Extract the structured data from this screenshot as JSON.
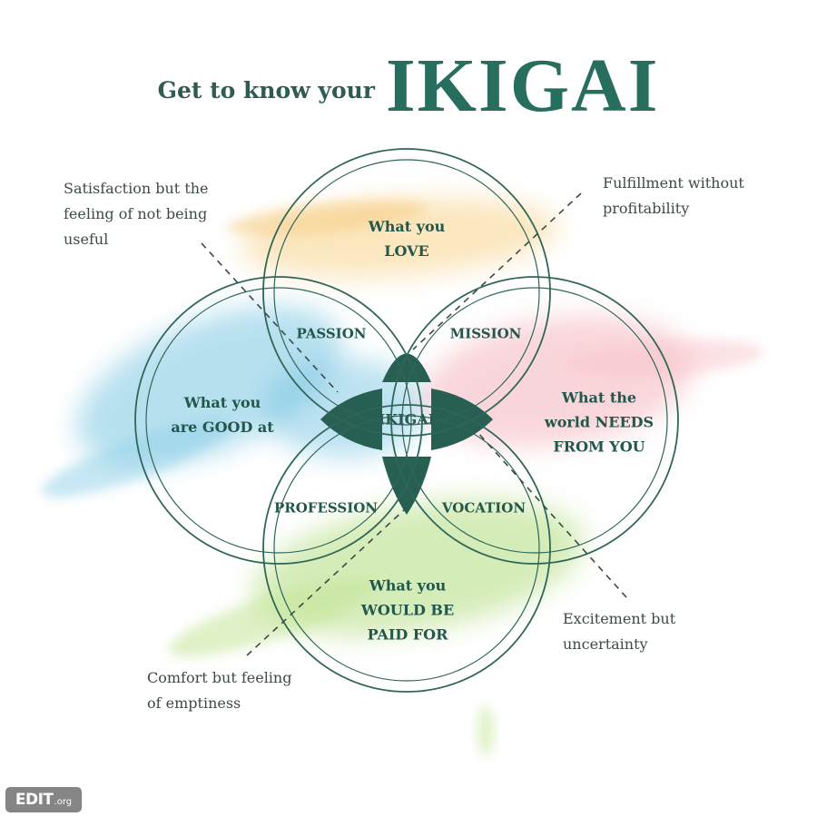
{
  "title": {
    "prefix": "Get to know your",
    "main": "IKIGAI"
  },
  "circles": {
    "love": "What you\nLOVE",
    "good": "What you\nare GOOD at",
    "needs": "What the\nworld NEEDS\nFROM YOU",
    "paid": "What you\nWOULD BE\nPAID FOR"
  },
  "overlaps": {
    "passion": "PASSION",
    "mission": "MISSION",
    "profession": "PROFESSION",
    "vocation": "VOCATION",
    "center": "IKIGAI"
  },
  "notes": {
    "top_left": "Satisfaction but the\nfeeling of not being\nuseful",
    "top_right": "Fulfillment without\nprofitability",
    "bottom_left": "Comfort but feeling\nof emptiness",
    "bottom_right": "Excitement but\nuncertainty"
  },
  "logo": {
    "main": "EDIT",
    "suffix": ".org"
  },
  "colors": {
    "accent": "#286e5f",
    "line": "#2f6658",
    "love_wash": "#f8d38a",
    "good_wash": "#7ec8e3",
    "needs_wash": "#f5b5be",
    "paid_wash": "#b9e08a"
  }
}
